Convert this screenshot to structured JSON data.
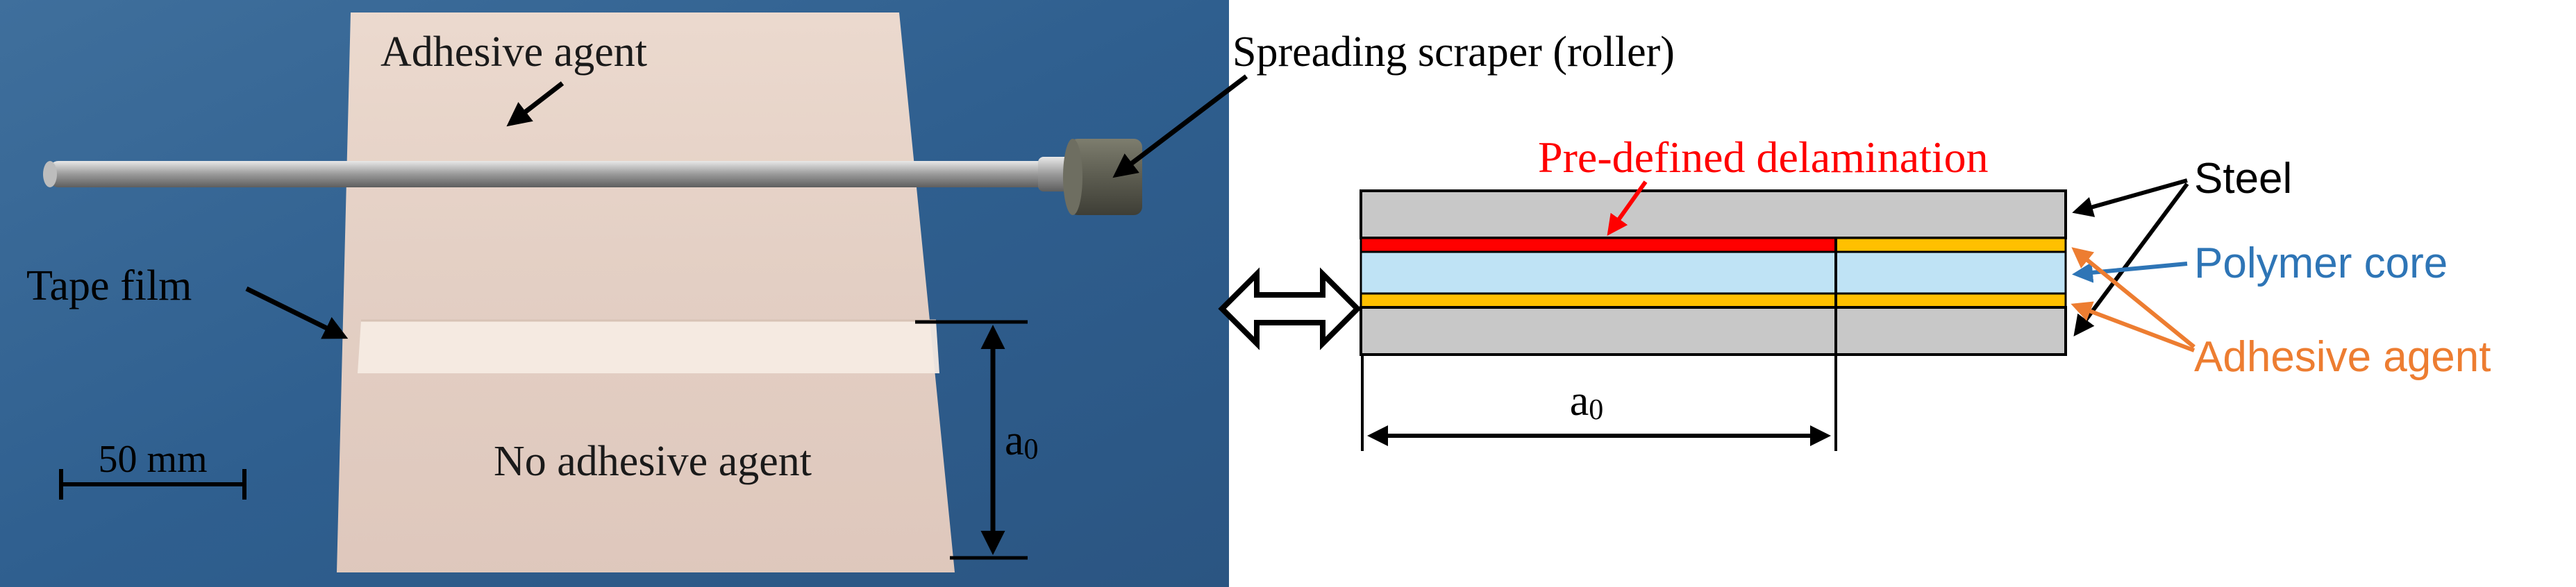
{
  "photo": {
    "labels": {
      "adhesive_agent": "Adhesive agent",
      "spreading_scraper": "Spreading scraper (roller)",
      "tape_film": "Tape film",
      "no_adhesive_agent": "No adhesive agent",
      "a0_main": "a",
      "a0_sub": "0",
      "scale_bar": "50 mm"
    }
  },
  "schematic": {
    "labels": {
      "predefined_delamination": "Pre-defined delamination",
      "steel": "Steel",
      "polymer_core": "Polymer core",
      "adhesive_agent": "Adhesive agent",
      "a0_main": "a",
      "a0_sub": "0"
    },
    "colors": {
      "steel": "#c8c8c8",
      "polymer_core": "#bfe3f5",
      "adhesive": "#ffc000",
      "delamination": "#ff0000",
      "polymer_label": "#2e75b6",
      "adhesive_label": "#ed7d31",
      "delamination_label": "#ff0000"
    }
  },
  "connector": {
    "icon": "double-arrow-icon"
  }
}
